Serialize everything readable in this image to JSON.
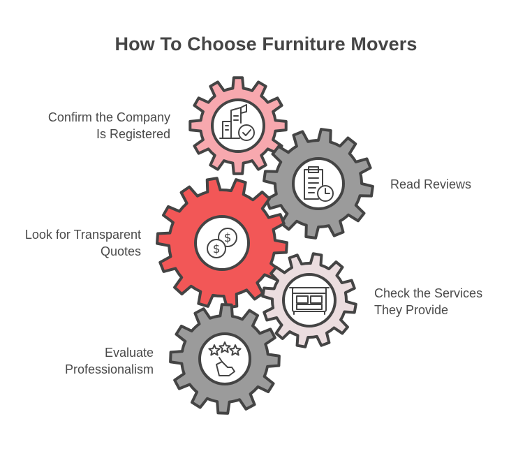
{
  "title": "How To Choose Furniture Movers",
  "steps": [
    {
      "lines": [
        "Confirm the Company",
        "Is Registered"
      ],
      "icon": "building-check-icon",
      "color": "#F7A8AE"
    },
    {
      "lines": [
        "Read Reviews"
      ],
      "icon": "clipboard-clock-icon",
      "color": "#9B9B9B"
    },
    {
      "lines": [
        "Look for Transparent",
        "Quotes"
      ],
      "icon": "coins-icon",
      "color": "#F25757"
    },
    {
      "lines": [
        "Check the Services",
        "They Provide"
      ],
      "icon": "dresser-icon",
      "color": "#EBDDDF"
    },
    {
      "lines": [
        "Evaluate",
        "Professionalism"
      ],
      "icon": "stars-hand-icon",
      "color": "#9B9B9B"
    }
  ],
  "colors": {
    "outline": "#444444",
    "text": "#4a4a4a",
    "title": "#454545"
  }
}
